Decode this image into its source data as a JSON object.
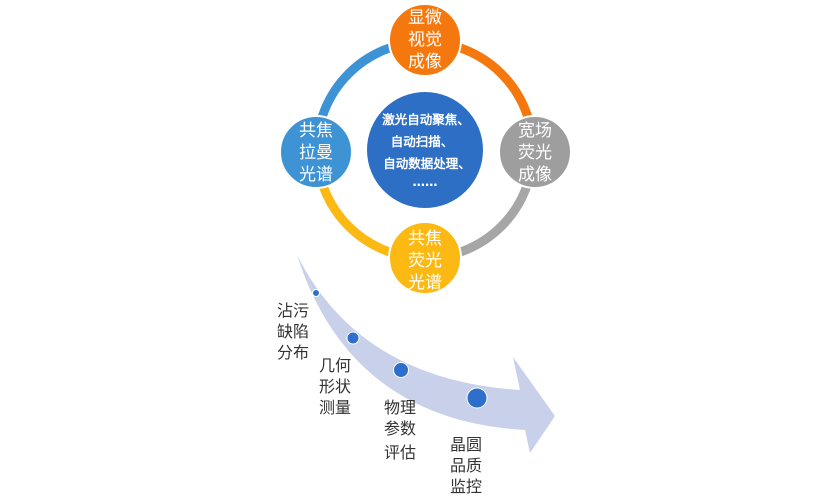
{
  "center": {
    "lines": [
      "激光自动聚焦、",
      "自动扫描、",
      "自动数据处理、",
      "……"
    ]
  },
  "nodes": [
    {
      "id": "top",
      "lines": [
        "显微",
        "视觉",
        "成像"
      ],
      "color": "#F5780F"
    },
    {
      "id": "right",
      "lines": [
        "宽场",
        "荧光",
        "成像"
      ],
      "color": "#9E9E9E"
    },
    {
      "id": "bottom",
      "lines": [
        "共焦",
        "荧光",
        "光谱"
      ],
      "color": "#FDB913"
    },
    {
      "id": "left",
      "lines": [
        "共焦",
        "拉曼",
        "光谱"
      ],
      "color": "#3E93D4"
    }
  ],
  "center_color": "#2E6FC6",
  "arrow_color": "#C8D0EA",
  "dot_color": "#2E6FCC",
  "steps": [
    {
      "lines": [
        "沾污",
        "缺陷",
        "分布"
      ]
    },
    {
      "lines": [
        "几何",
        "形状",
        "测量"
      ]
    },
    {
      "lines": [
        "物理",
        "参数",
        "评估"
      ]
    },
    {
      "lines": [
        "晶圆",
        "品质",
        "监控"
      ]
    }
  ]
}
